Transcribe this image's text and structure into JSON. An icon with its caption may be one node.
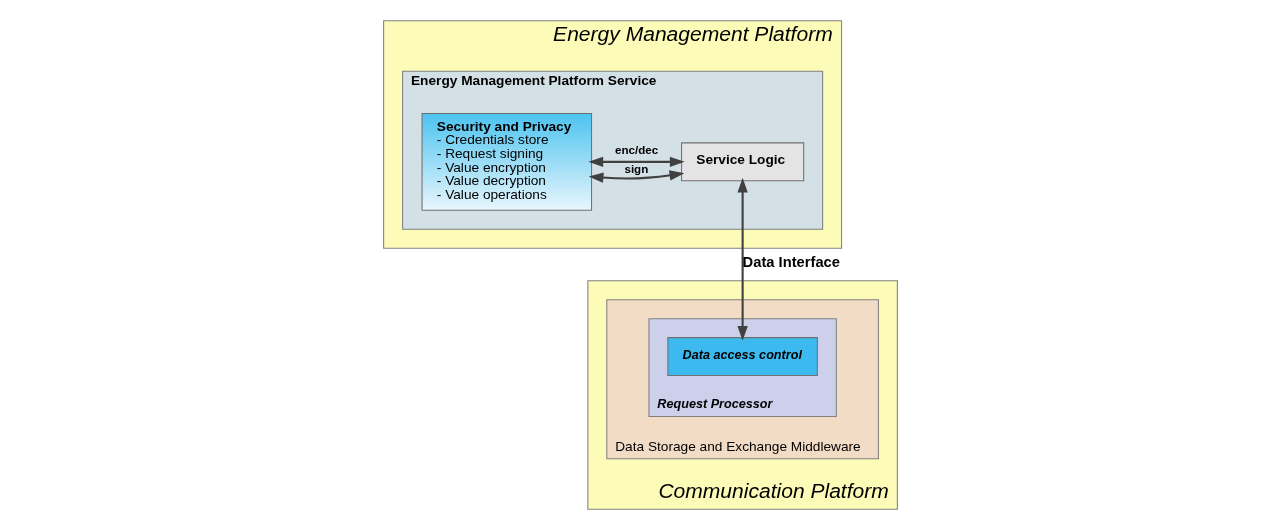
{
  "diagram": {
    "nodes": [
      {
        "text": [
          "Energy Management Platform"
        ]
      },
      {
        "text": [
          "Energy Management Platform Service"
        ],
        "in": 0
      },
      {
        "text": [
          "Security and Privacy",
          "- Credentials store",
          "- Request signing",
          "- Value encryption",
          "- Value decryption",
          "- Value operations"
        ],
        "in": 1
      },
      {
        "text": [
          "Service Logic"
        ],
        "in": 1
      },
      {
        "text": [
          "Communication Platform"
        ]
      },
      {
        "text": [
          "Data Storage and Exchange Middleware"
        ],
        "in": 4
      },
      {
        "text": [
          "Request Processor"
        ],
        "in": 5
      },
      {
        "text": [
          "Data access control"
        ],
        "in": 6
      }
    ],
    "edges": [
      {
        "from": 2,
        "to": 3,
        "arrow": "both",
        "label": "sign"
      },
      {
        "from": 2,
        "to": 3,
        "arrow": "both",
        "label": "enc/dec"
      },
      {
        "from": 7,
        "to": 3,
        "arrow": "both",
        "label": "Data Interface"
      }
    ]
  }
}
